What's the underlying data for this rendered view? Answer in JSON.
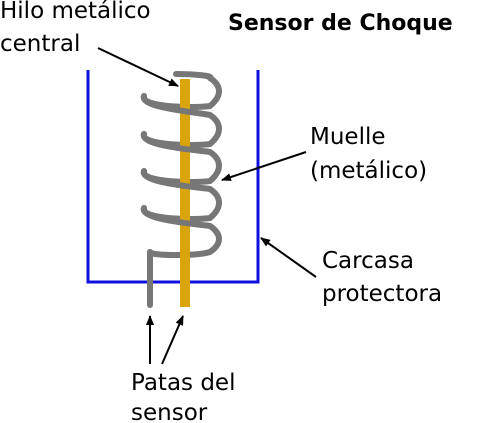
{
  "title": "Sensor de Choque",
  "labels": {
    "central_wire": [
      "Hilo metálico",
      "central"
    ],
    "spring": [
      "Muelle",
      "(metálico)"
    ],
    "housing": [
      "Carcasa",
      "protectora"
    ],
    "legs": [
      "Patas del",
      "sensor"
    ]
  },
  "colors": {
    "housing": "#1010dd",
    "central_wire": "#d9a40c",
    "spring": "#777777",
    "arrow": "#000000"
  }
}
